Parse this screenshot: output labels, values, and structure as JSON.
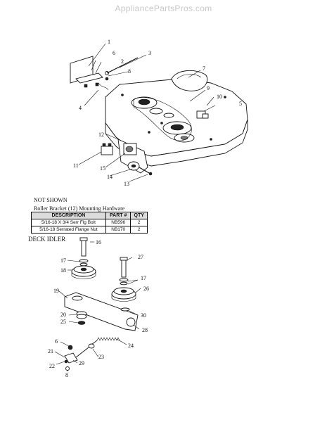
{
  "watermark": "AppliancePartsPros.com",
  "notes": {
    "not_shown": "NOT SHOWN",
    "roller_bracket": "Roller Bracket (12) Mounting Hardware",
    "deck_idler": "DECK IDLER"
  },
  "hardware_table": {
    "headers": [
      "DESCRIPTION",
      "PART #",
      "QTY"
    ],
    "rows": [
      [
        "5/16-18 X 3/4 Serr Flg Bolt",
        "NB596",
        "2"
      ],
      [
        "5/16-18 Serrated Flange Nut",
        "NB170",
        "2"
      ]
    ]
  },
  "callouts": {
    "c1": "1",
    "c2": "2",
    "c3": "3",
    "c4": "4",
    "c5": "5",
    "c6": "6",
    "c7": "7",
    "c8": "8",
    "c9": "9",
    "c10": "10",
    "c11": "11",
    "c12": "12",
    "c13": "13",
    "c14": "14",
    "c15": "15",
    "c16": "16",
    "c17a": "17",
    "c17b": "17",
    "c18": "18",
    "c19": "19",
    "c20": "20",
    "c21": "21",
    "c22": "22",
    "c23": "23",
    "c24": "24",
    "c25": "25",
    "c26": "26",
    "c27": "27",
    "c28": "28",
    "c29": "29",
    "c30": "30",
    "c6b": "6",
    "c8b": "8"
  }
}
